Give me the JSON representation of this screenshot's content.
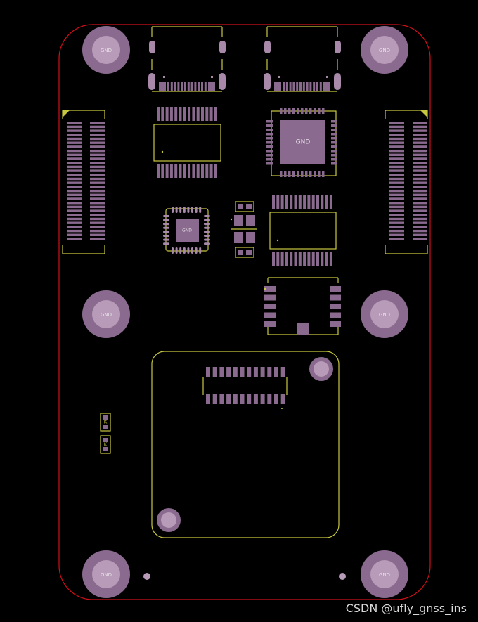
{
  "colors": {
    "background": "#000000",
    "board_outline": "#d0101a",
    "silkscreen": "#c8c840",
    "pad": "#8a6a8e",
    "pad_light": "#a889aa",
    "pad_inner": "#b89bb8",
    "label": "#e8e0e8"
  },
  "labels": {
    "gnd": "GND",
    "k": "K",
    "watermark": "CSDN @ufly_gnss_ins"
  },
  "icons": {
    "mounting_hole": "circle",
    "pad": "rectangle"
  }
}
